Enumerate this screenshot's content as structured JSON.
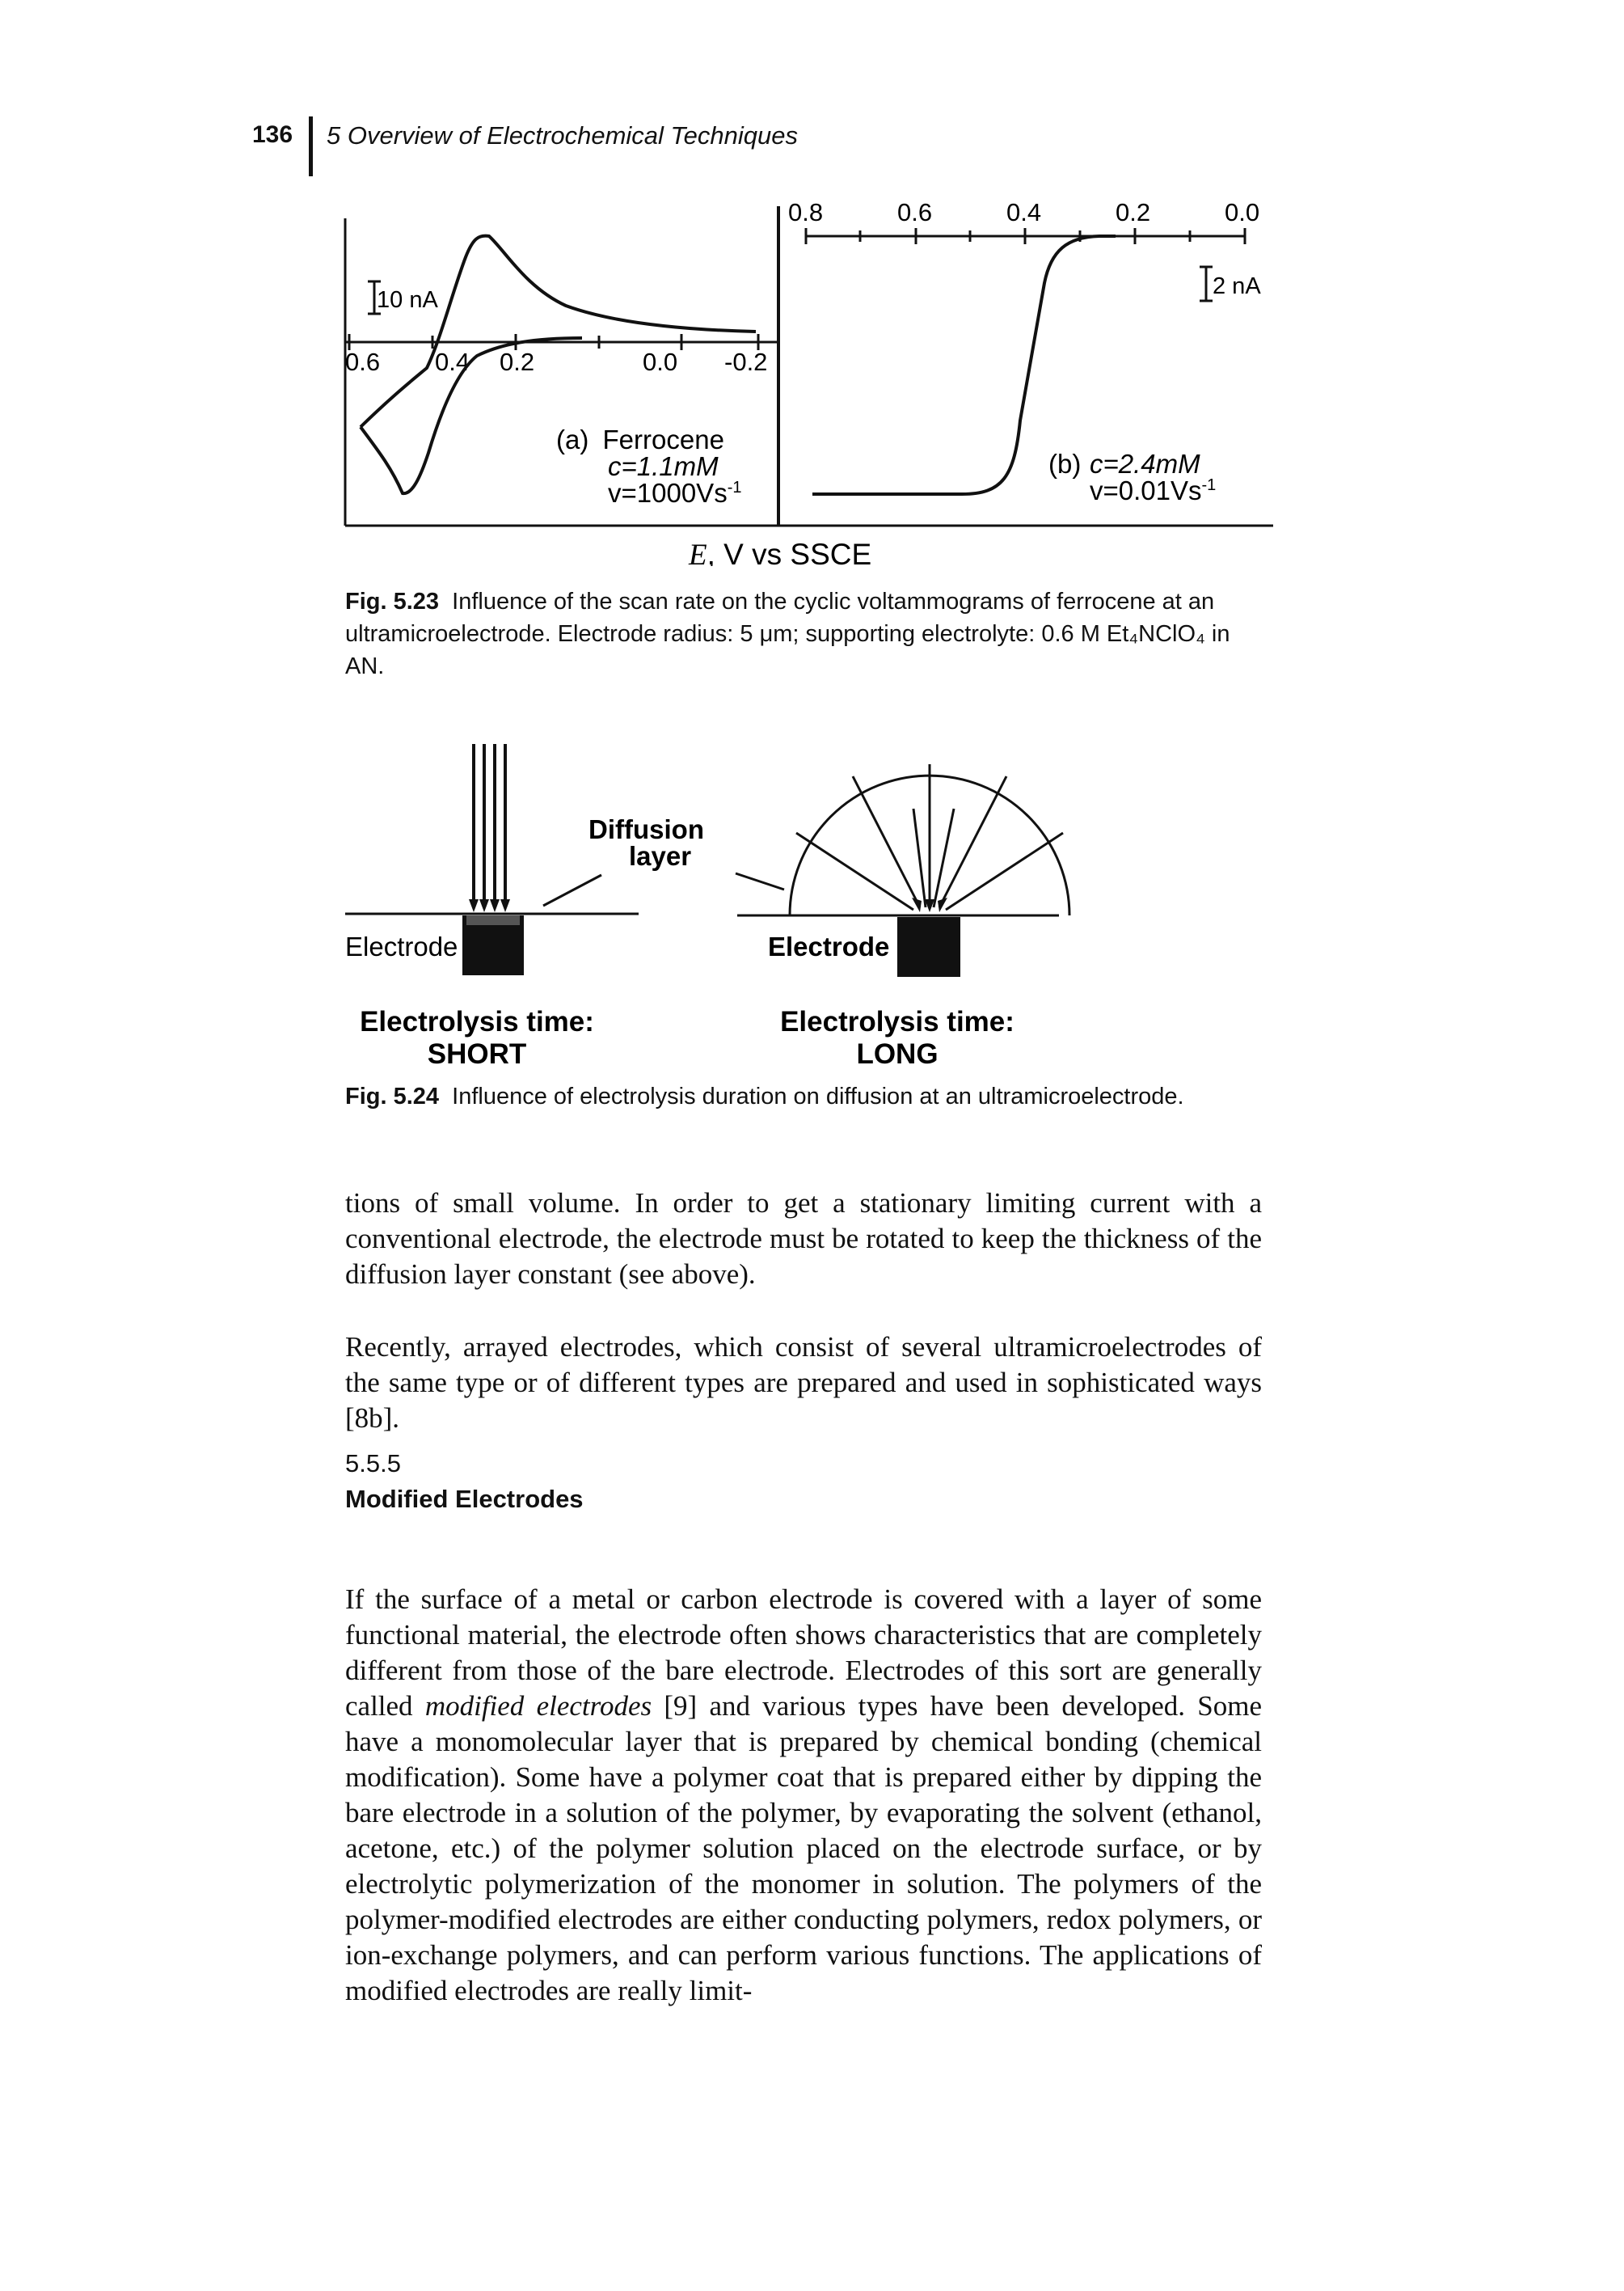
{
  "header": {
    "page_number": "136",
    "running_title": "5 Overview of Electrochemical Techniques"
  },
  "fig523": {
    "panel_a": {
      "ticks": [
        "0.6",
        "0.4",
        "0.2",
        "0.0",
        "-0.2"
      ],
      "scale": "10 nA",
      "label": "(a)",
      "compound": "Ferrocene",
      "conc": "c=1.1mM",
      "rate": "v=1000Vs",
      "rate_sup": "-1"
    },
    "panel_b": {
      "ticks": [
        "0.8",
        "0.6",
        "0.4",
        "0.2",
        "0.0"
      ],
      "scale": "2 nA",
      "label": "(b)",
      "conc": "c=2.4mM",
      "rate": "v=0.01Vs",
      "rate_sup": "-1"
    },
    "xlabel_symbol": "E",
    "xlabel_text": ", V vs SSCE",
    "caption_label": "Fig. 5.23",
    "caption_text": "Influence of the scan rate on the cyclic voltammograms of ferrocene at an ultramicroelectrode. Electrode radius: 5 μm; supporting electrolyte: 0.6 M Et₄NClO₄ in AN."
  },
  "fig524": {
    "diffusion_line1": "Diffusion",
    "diffusion_line2": "layer",
    "electrode_left": "Electrode",
    "electrode_right": "Electrode",
    "time_label_left": "Electrolysis time:",
    "time_value_left": "SHORT",
    "time_label_right": "Electrolysis time:",
    "time_value_right": "LONG",
    "caption_label": "Fig. 5.24",
    "caption_text": "Influence of electrolysis duration on diffusion at an ultramicroelectrode."
  },
  "body": {
    "para1": "tions of small volume. In order to get a stationary limiting current with a conventional electrode, the electrode must be rotated to keep the thickness of the diffusion layer constant (see above).",
    "para2": "Recently, arrayed electrodes, which consist of several ultramicroelectrodes of the same type or of different types are prepared and used in sophisticated ways [8b].",
    "section_number": "5.5.5",
    "section_title": "Modified Electrodes",
    "para3_a": "If the surface of a metal or carbon electrode is covered with a layer of some functional material, the electrode often shows characteristics that are completely different from those of the bare electrode. Electrodes of this sort are generally called ",
    "para3_em": "modified electrodes",
    "para3_b": " [9] and various types have been developed. Some have a monomolecular layer that is prepared by chemical bonding (chemical modification). Some have a polymer coat that is prepared either by dipping the bare electrode in a solution of the polymer, by evaporating the solvent (ethanol, acetone, etc.) of the polymer solution placed on the electrode surface, or by electrolytic polymerization of the monomer in solution. The polymers of the polymer-modified electrodes are either conducting polymers, redox polymers, or ion-exchange polymers, and can perform various functions. The applications of modified electrodes are really limit-"
  }
}
